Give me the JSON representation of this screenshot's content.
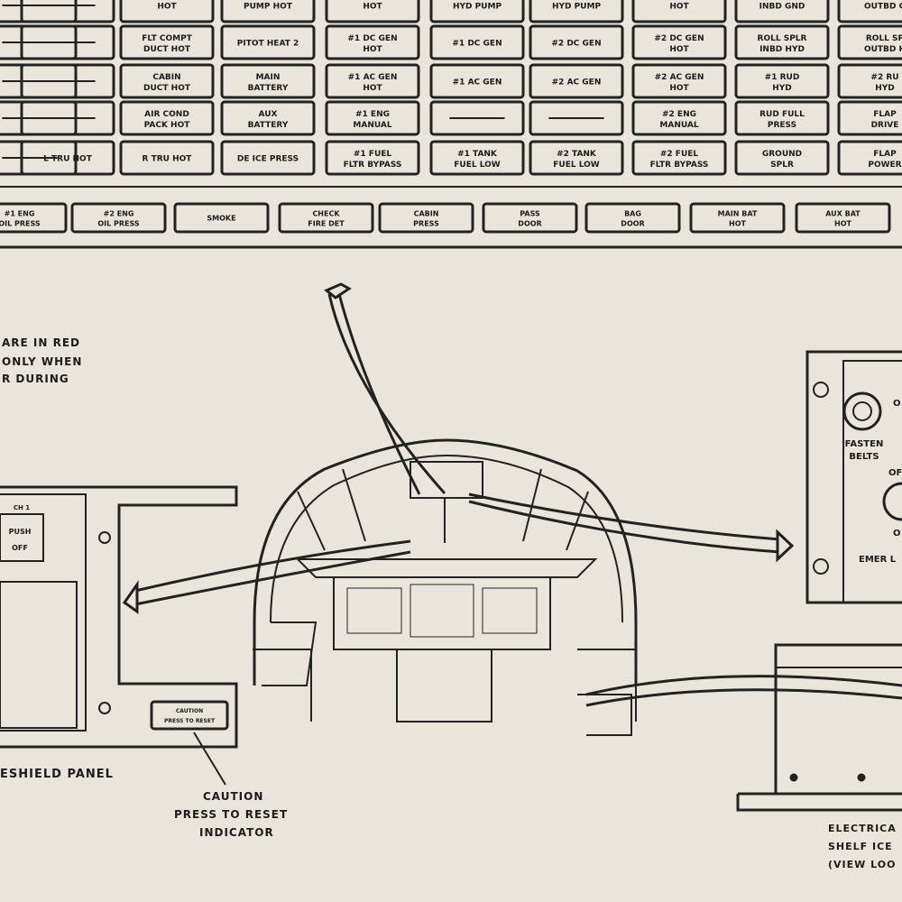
{
  "annunciator_grid": {
    "rows": [
      [
        {
          "lines": [
            ""
          ]
        },
        {
          "lines": [
            ""
          ]
        },
        {
          "lines": [
            "HOT"
          ]
        },
        {
          "lines": [
            "PUMP HOT"
          ]
        },
        {
          "lines": [
            "HOT"
          ]
        },
        {
          "lines": [
            "HYD PUMP"
          ]
        },
        {
          "lines": [
            "HYD PUMP"
          ]
        },
        {
          "lines": [
            "HOT"
          ]
        },
        {
          "lines": [
            "INBD GND"
          ]
        },
        {
          "lines": [
            "OUTBD G"
          ]
        }
      ],
      [
        {
          "lines": [
            ""
          ]
        },
        {
          "lines": [
            ""
          ]
        },
        {
          "lines": [
            "FLT COMPT",
            "DUCT HOT"
          ]
        },
        {
          "lines": [
            "PITOT HEAT 2"
          ]
        },
        {
          "lines": [
            "#1 DC GEN",
            "HOT"
          ]
        },
        {
          "lines": [
            "#1 DC GEN"
          ]
        },
        {
          "lines": [
            "#2 DC GEN"
          ]
        },
        {
          "lines": [
            "#2 DC GEN",
            "HOT"
          ]
        },
        {
          "lines": [
            "ROLL SPLR",
            "INBD HYD"
          ]
        },
        {
          "lines": [
            "ROLL SP",
            "OUTBD H"
          ]
        }
      ],
      [
        {
          "lines": [
            ""
          ]
        },
        {
          "lines": [
            ""
          ]
        },
        {
          "lines": [
            "CABIN",
            "DUCT HOT"
          ]
        },
        {
          "lines": [
            "MAIN",
            "BATTERY"
          ]
        },
        {
          "lines": [
            "#1 AC GEN",
            "HOT"
          ]
        },
        {
          "lines": [
            "#1 AC GEN"
          ]
        },
        {
          "lines": [
            "#2 AC GEN"
          ]
        },
        {
          "lines": [
            "#2 AC GEN",
            "HOT"
          ]
        },
        {
          "lines": [
            "#1 RUD",
            "HYD"
          ]
        },
        {
          "lines": [
            "#2 RU",
            "HYD"
          ]
        }
      ],
      [
        {
          "lines": [
            ""
          ]
        },
        {
          "lines": [
            ""
          ]
        },
        {
          "lines": [
            "AIR COND",
            "PACK HOT"
          ]
        },
        {
          "lines": [
            "AUX",
            "BATTERY"
          ]
        },
        {
          "lines": [
            "#1 ENG",
            "MANUAL"
          ]
        },
        {
          "lines": [
            ""
          ]
        },
        {
          "lines": [
            ""
          ]
        },
        {
          "lines": [
            "#2 ENG",
            "MANUAL"
          ]
        },
        {
          "lines": [
            "RUD FULL",
            "PRESS"
          ]
        },
        {
          "lines": [
            "FLAP",
            "DRIVE"
          ]
        }
      ],
      [
        {
          "lines": [
            ""
          ]
        },
        {
          "lines": [
            "L TRU HOT"
          ]
        },
        {
          "lines": [
            "R TRU HOT"
          ]
        },
        {
          "lines": [
            "DE ICE PRESS"
          ]
        },
        {
          "lines": [
            "#1 FUEL",
            "FLTR BYPASS"
          ]
        },
        {
          "lines": [
            "#1 TANK",
            "FUEL LOW"
          ]
        },
        {
          "lines": [
            "#2 TANK",
            "FUEL LOW"
          ]
        },
        {
          "lines": [
            "#2 FUEL",
            "FLTR BYPASS"
          ]
        },
        {
          "lines": [
            "GROUND",
            "SPLR"
          ]
        },
        {
          "lines": [
            "FLAP",
            "POWER"
          ]
        }
      ]
    ]
  },
  "warning_strip": [
    {
      "lines": [
        "#1 ENG",
        "OIL PRESS"
      ]
    },
    {
      "lines": [
        "#2 ENG",
        "OIL PRESS"
      ]
    },
    {
      "lines": [
        "SMOKE"
      ]
    },
    {
      "lines": [
        "CHECK",
        "FIRE DET"
      ]
    },
    {
      "lines": [
        "CABIN",
        "PRESS"
      ]
    },
    {
      "lines": [
        "PASS",
        "DOOR"
      ]
    },
    {
      "lines": [
        "BAG",
        "DOOR"
      ]
    },
    {
      "lines": [
        "MAIN BAT",
        "HOT"
      ]
    },
    {
      "lines": [
        "AUX BAT",
        "HOT"
      ]
    }
  ],
  "note_lines": [
    "ARE IN RED",
    "ONLY WHEN",
    "R DURING"
  ],
  "glareshield": {
    "caption": "ESHIELD PANEL",
    "switch_top": "PUSH",
    "switch_bottom": "OFF",
    "switch_cap": "CH 1"
  },
  "caution": {
    "lines": [
      "CAUTION",
      "PRESS TO RESET",
      "INDICATOR"
    ],
    "light_top": "CAUTION",
    "light_bottom": "PRESS TO RESET"
  },
  "overhead_panel": {
    "fasten_belts": [
      "FASTEN",
      "BELTS"
    ],
    "partial_1": "O",
    "partial_2": "OF",
    "partial_3": "O",
    "partial_4": "EMER L"
  },
  "electrical_shelf": {
    "lines": [
      "ELECTRICA",
      "SHELF ICE",
      "(VIEW LOO"
    ]
  }
}
